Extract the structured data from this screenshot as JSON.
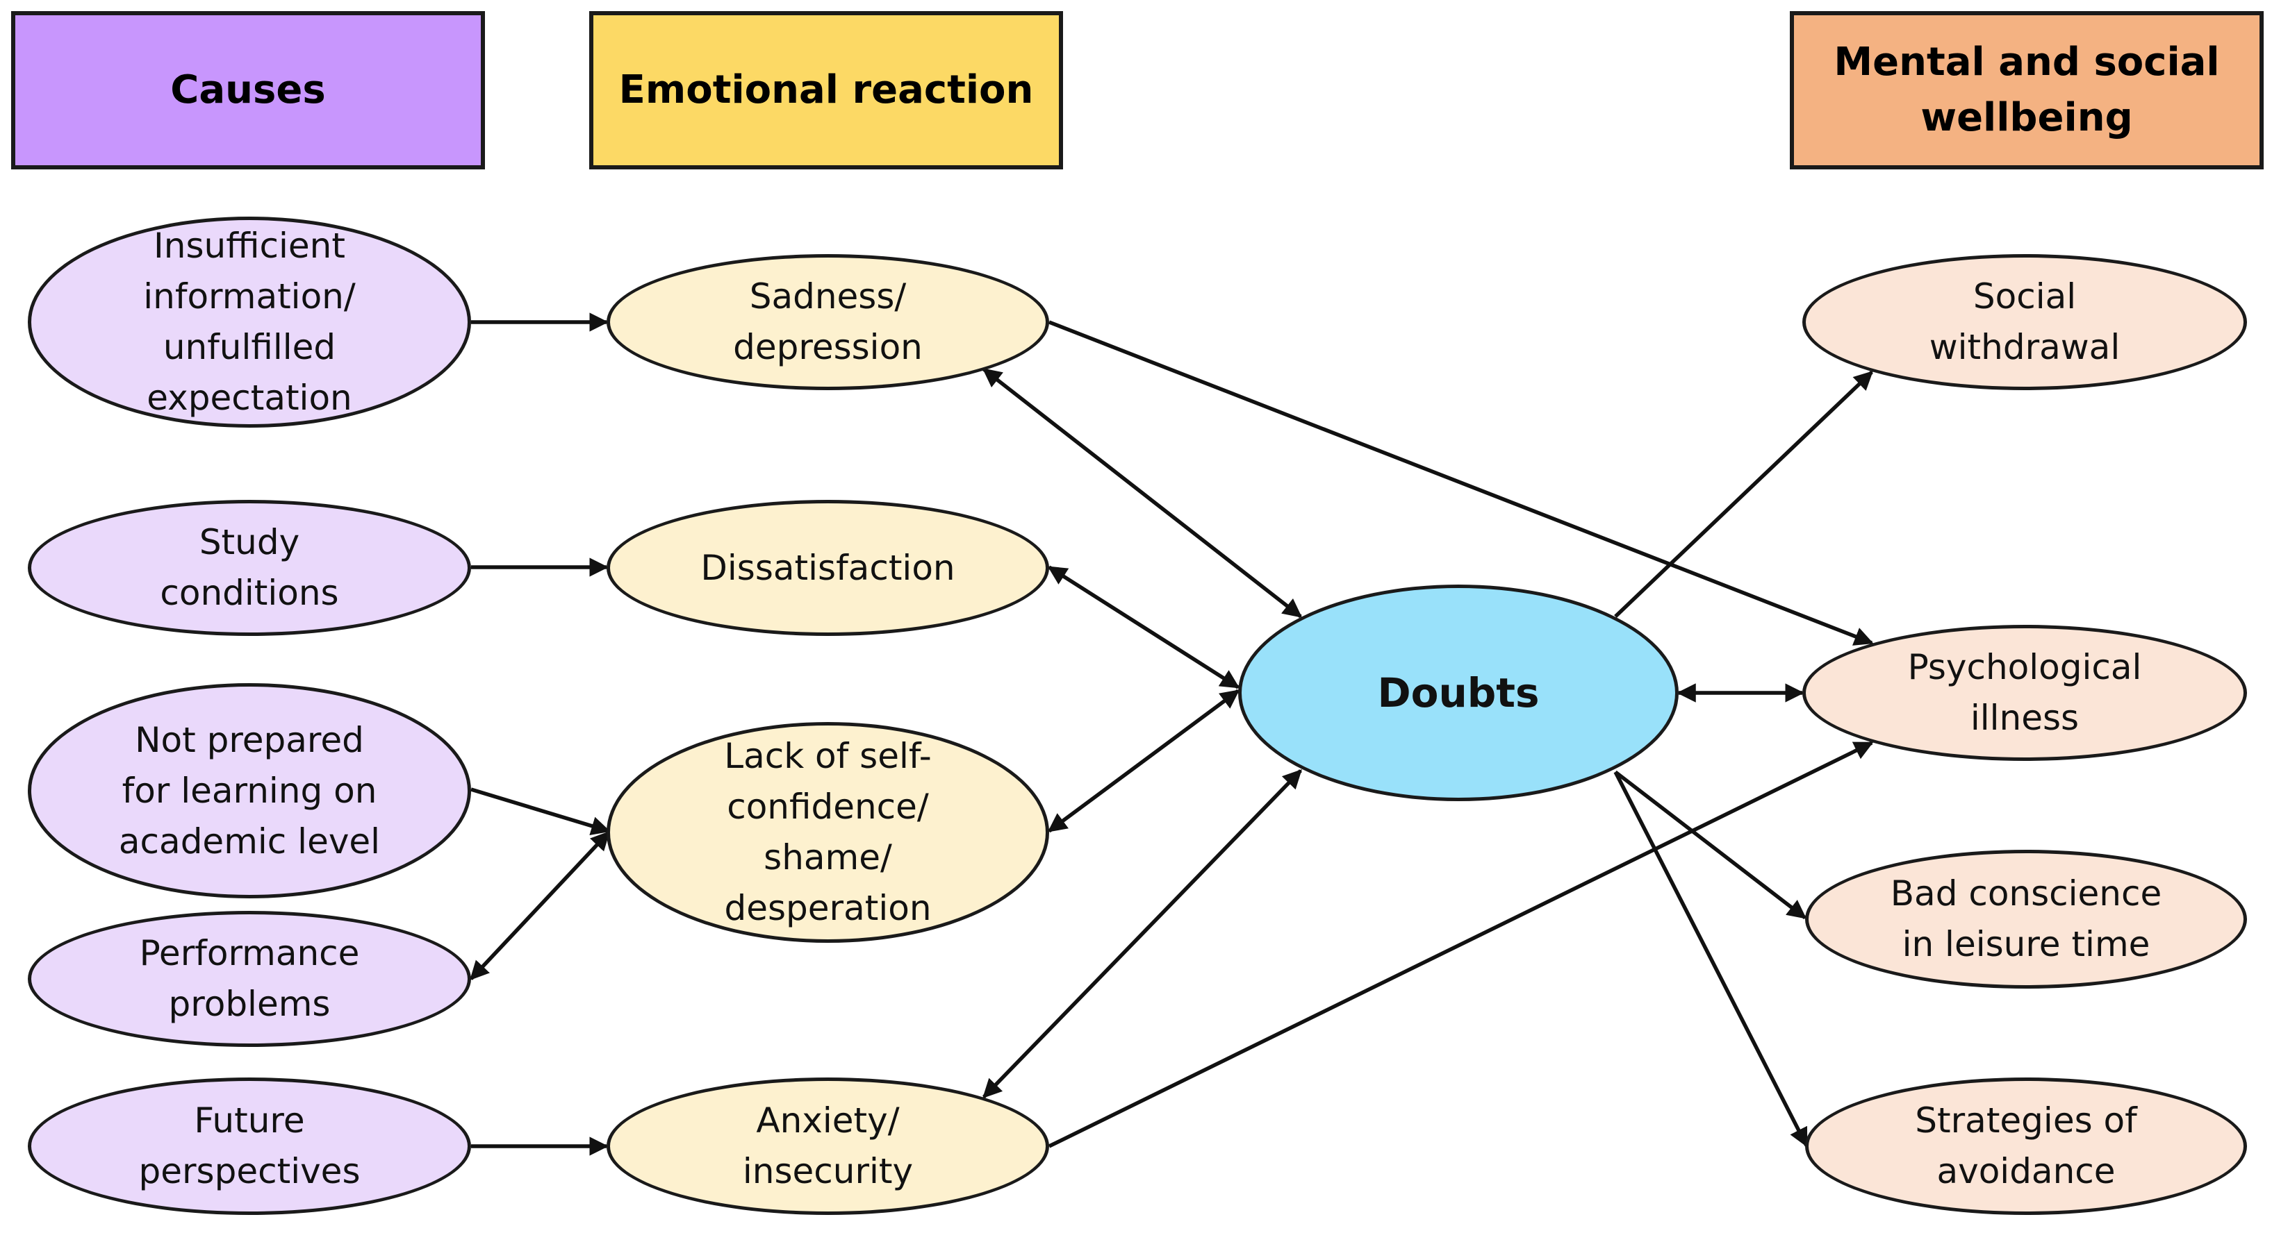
{
  "colors": {
    "causes_header": "#c896fd",
    "emotion_header": "#fcd965",
    "wellbeing_header": "#f4b282",
    "cause_node": "#ead9fb",
    "emotion_node": "#fdf1cf",
    "wellbeing_node": "#fbe5d7",
    "center_node": "#99e1fa",
    "border": "#1a1a1a"
  },
  "headers": {
    "causes": "Causes",
    "emotional_reaction": "Emotional reaction",
    "wellbeing_line1": "Mental and social",
    "wellbeing_line2": "wellbeing"
  },
  "causes": {
    "insufficient": [
      "Insufficient",
      "information/",
      "unfulfilled",
      "expectation"
    ],
    "study": [
      "Study",
      "conditions"
    ],
    "not_prepared": [
      "Not prepared",
      "for learning on",
      "academic level"
    ],
    "performance": [
      "Performance",
      "problems"
    ],
    "future": [
      "Future",
      "perspectives"
    ]
  },
  "emotions": {
    "sadness": [
      "Sadness/",
      "depression"
    ],
    "dissatisfaction": [
      "Dissatisfaction"
    ],
    "lack": [
      "Lack of self-",
      "confidence/",
      "shame/",
      "desperation"
    ],
    "anxiety": [
      "Anxiety/",
      "insecurity"
    ]
  },
  "center": "Doubts",
  "wellbeing": {
    "social": [
      "Social",
      "withdrawal"
    ],
    "psych": [
      "Psychological",
      "illness"
    ],
    "bad": [
      "Bad conscience",
      "in leisure time"
    ],
    "strategies": [
      "Strategies of",
      "avoidance"
    ]
  }
}
